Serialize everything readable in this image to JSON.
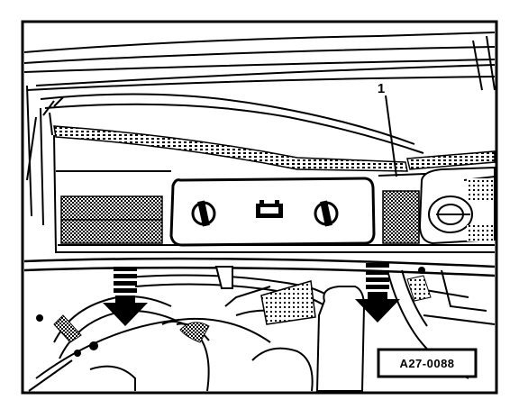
{
  "figure": {
    "reference_code": "A27-0088",
    "callouts": [
      {
        "label": "1"
      }
    ],
    "arrows": [
      {
        "direction": "down"
      },
      {
        "direction": "down"
      }
    ],
    "colors": {
      "ink": "#000000",
      "paper": "#ffffff",
      "hatch": "#000000"
    }
  }
}
